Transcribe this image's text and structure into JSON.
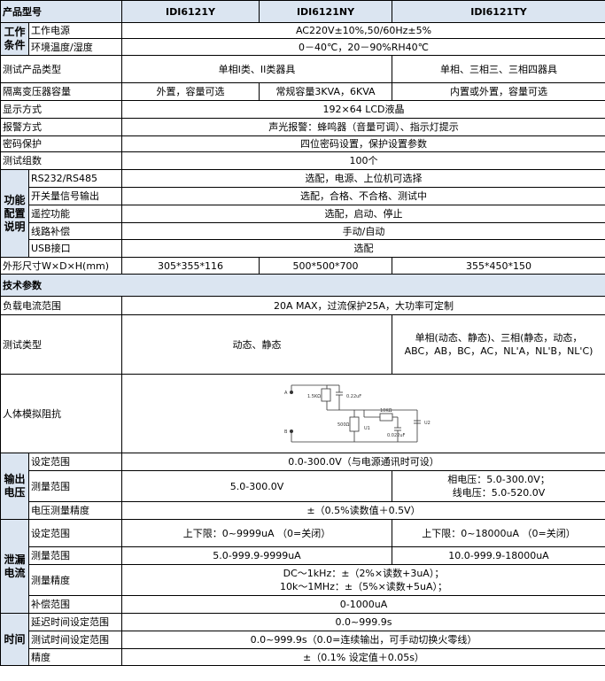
{
  "header": {
    "product_model": "产品型号",
    "models": [
      "IDI6121Y",
      "IDI6121NY",
      "IDI6121TY"
    ]
  },
  "working_conditions": {
    "group": "工作条件",
    "power_label": "工作电源",
    "power_value": "AC220V±10%,50/60Hz±5%",
    "env_label": "环境温度/湿度",
    "env_value": "0－40℃，20－90%RH40℃"
  },
  "product_type": {
    "label": "测试产品类型",
    "value_a": "单相I类、II类器具",
    "value_b": "单相、三相三、三相四器具"
  },
  "transformer": {
    "label": "隔离变压器容量",
    "values": [
      "外置，容量可选",
      "常规容量3KVA，6KVA",
      "内置或外置，容量可选"
    ]
  },
  "display": {
    "label": "显示方式",
    "value": "192×64 LCD液晶"
  },
  "alarm": {
    "label": "报警方式",
    "value": "声光报警：蜂鸣器（音量可调）、指示灯提示"
  },
  "password": {
    "label": "密码保护",
    "value": "四位密码设置，保护设置参数"
  },
  "test_groups": {
    "label": "测试组数",
    "value": "100个"
  },
  "functions": {
    "group": "功能配置说明",
    "rows": [
      {
        "label": "RS232/RS485",
        "value": "选配，电源、上位机可选择"
      },
      {
        "label": "开关量信号输出",
        "value": "选配，合格、不合格、测试中"
      },
      {
        "label": "遥控功能",
        "value": "选配，启动、停止"
      },
      {
        "label": "线路补偿",
        "value": "手动/自动"
      },
      {
        "label": "USB接口",
        "value": "选配"
      }
    ]
  },
  "dimensions": {
    "label": "外形尺寸W×D×H(mm)",
    "values": [
      "305*355*116",
      "500*500*700",
      "355*450*150"
    ]
  },
  "tech_params": {
    "title": "技术参数"
  },
  "load_current": {
    "label": "负载电流范围",
    "value": "20A MAX，过流保护25A，大功率可定制"
  },
  "test_type": {
    "label": "测试类型",
    "value_a": "动态、静态",
    "value_b_line1": "单相(动态、静态)、三相(静态，动态，",
    "value_b_line2": "ABC，AB，BC，AC，NL'A，NL'B，NL'C)"
  },
  "body_model": {
    "label": "人体模拟阻抗",
    "circuit": {
      "node_a": "A",
      "node_b": "B",
      "r1": "1.5KΩ",
      "c1": "0.22uF",
      "r2": "10KΩ",
      "c2": "0.022uF",
      "r3": "500Ω",
      "u1": "U1",
      "u2": "U2"
    }
  },
  "output_voltage": {
    "group": "输出电压",
    "set_label": "设定范围",
    "set_value": "0.0-300.0V（与电源通讯时可设）",
    "meas_label": "测量范围",
    "meas_value_a": "5.0-300.0V",
    "meas_value_b_line1": "相电压：5.0-300.0V；",
    "meas_value_b_line2": "线电压：5.0-520.0V",
    "acc_label": "电压测量精度",
    "acc_value": "±（0.5%读数值＋0.5V）"
  },
  "leakage": {
    "group": "泄漏电流",
    "set_label": "设定范围",
    "set_value_a": "上下限：0~9999uA （0=关闭）",
    "set_value_b": "上下限：0~18000uA （0=关闭）",
    "meas_label": "测量范围",
    "meas_value_a": "5.0-999.9-9999uA",
    "meas_value_b": "10.0-999.9-18000uA",
    "acc_label": "测量精度",
    "acc_line1": "DC～1kHz：±（2%×读数+3uA）；",
    "acc_line2": "10k～1MHz：±（5%×读数+5uA）；",
    "comp_label": "补偿范围",
    "comp_value": "0-1000uA"
  },
  "time": {
    "group": "时间",
    "delay_label": "延迟时间设定范围",
    "delay_value": "0.0~999.9s",
    "test_label": "测试时间设定范围",
    "test_value": "0.0~999.9s（0.0=连续输出，可手动切换火零线）",
    "acc_label": "精度",
    "acc_value": "±（0.1% 设定值＋0.05s）"
  }
}
